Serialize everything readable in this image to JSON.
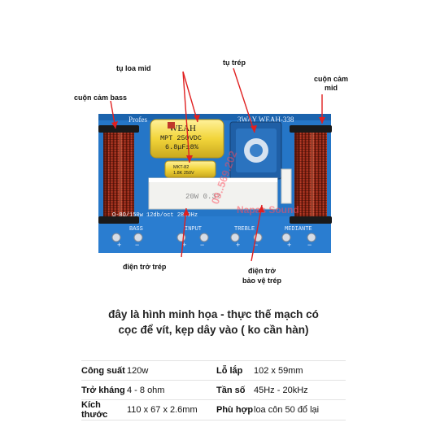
{
  "callouts": {
    "mid_cap": "tụ loa mid",
    "treble_cap": "tụ trép",
    "mid_coil": "cuộn cảm\nmid",
    "bass_coil": "cuộn cảm bass",
    "treble_resistor": "điện trở trép",
    "treble_protect_resistor": "điện trở\nbảo vệ trép"
  },
  "board": {
    "header": "Profes",
    "model": "3WAY WEAH-338",
    "big_cap": [
      "WEAH",
      "MPT 250VDC",
      "6.8μF±8%"
    ],
    "small_cap": [
      "MKT-82",
      "1.8K 250V"
    ],
    "resistor": "20W 0.3?",
    "spec_line": "Ω-8Ω/150w 12db/oct 2800Hz",
    "terminal_labels": [
      "BASS",
      "INPUT",
      "TREBLE",
      "MEDIANTE"
    ],
    "watermark_brand": "Napas Sound",
    "watermark_phone": "09..569.202"
  },
  "description": [
    "đây là hình minh họa - thực thế mạch có",
    "cọc để vít, kẹp dây vào ( ko cần hàn)"
  ],
  "specs": [
    [
      "Công suất",
      "120w",
      "Lỗ lắp",
      "102 x 59mm"
    ],
    [
      "Trở kháng",
      "4 - 8 ohm",
      "Tần số",
      "45Hz - 20kHz"
    ],
    [
      "Kích thước",
      "110 x 67 x 2.6mm",
      "Phù hợp",
      "loa côn 50 đổ lại"
    ]
  ],
  "colors": {
    "pcb": "#2576c7",
    "coil": "#b0311f",
    "cap": "#f2d53a",
    "resistor": "#f2f2ef"
  }
}
